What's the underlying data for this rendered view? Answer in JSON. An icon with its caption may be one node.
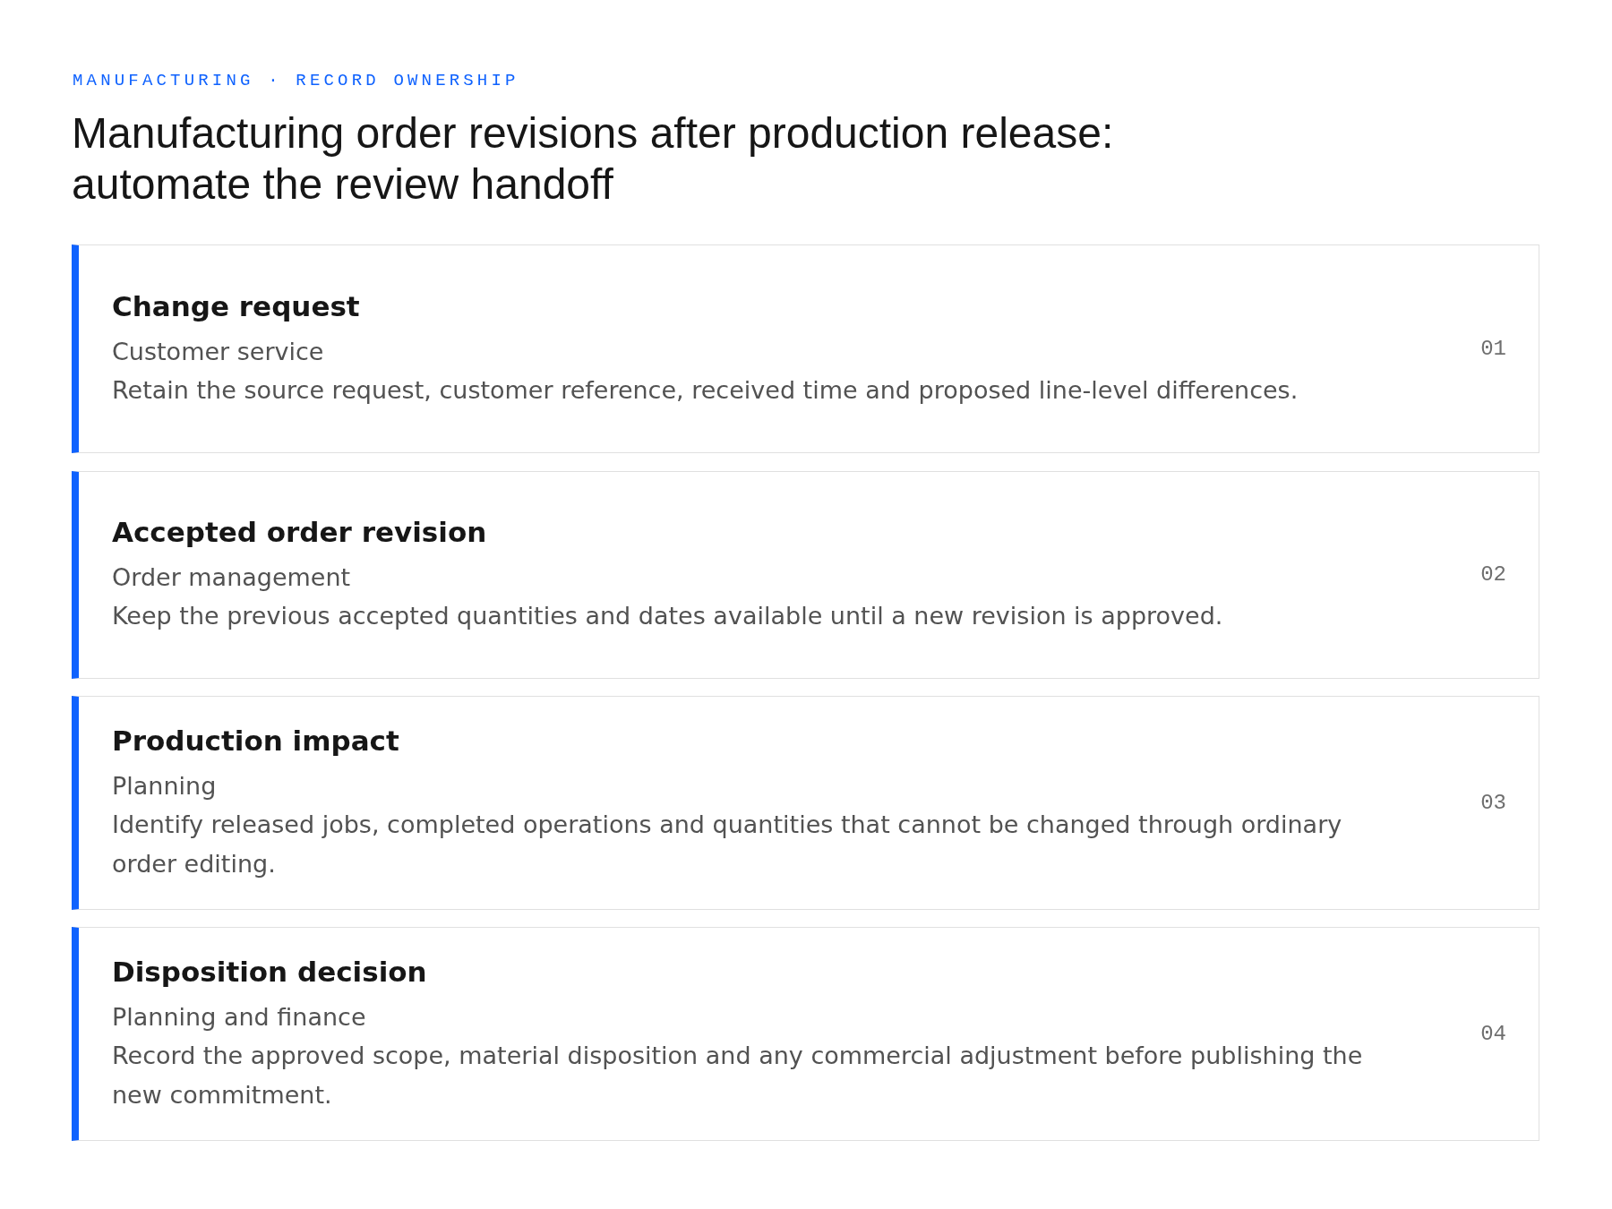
{
  "diagram": {
    "title": "Manufacturing order revisions after production release: automate the review handoff",
    "nodes": [
      {
        "text": [
          "Change request",
          "Customer service",
          "Retain the source request, customer reference, received time and proposed line-level differences.",
          "01"
        ]
      },
      {
        "text": [
          "Accepted order revision",
          "Order management",
          "Keep the previous accepted quantities and dates available until a new revision is approved.",
          "02"
        ]
      },
      {
        "text": [
          "Production impact",
          "Planning",
          "Identify released jobs, completed operations and quantities that cannot be changed through ordinary order editing.",
          "03"
        ]
      },
      {
        "text": [
          "Disposition decision",
          "Planning and finance",
          "Record the approved scope, material disposition and any commercial adjustment before publishing the new commitment.",
          "04"
        ]
      }
    ],
    "labels": [
      "MANUFACTURING · RECORD OWNERSHIP"
    ]
  }
}
